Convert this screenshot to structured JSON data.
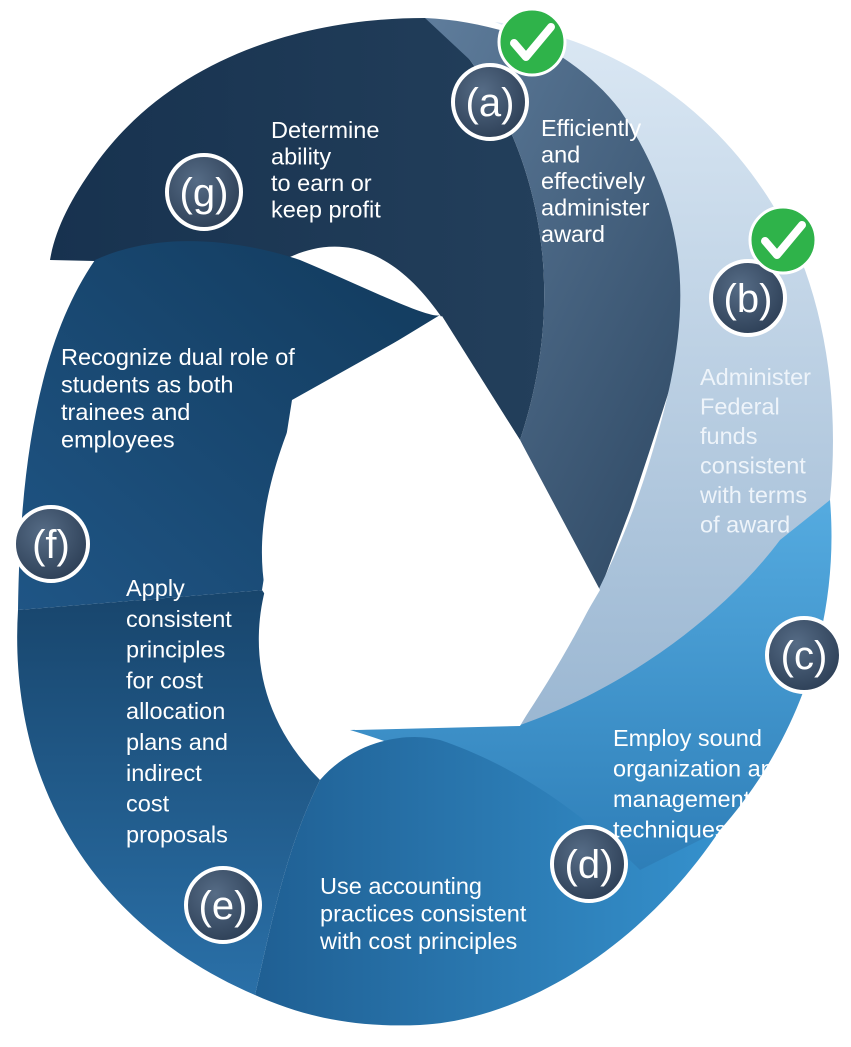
{
  "segments": [
    {
      "id": "a",
      "badge": "(a)",
      "lines": [
        "Efficiently",
        "and",
        "effectively",
        "administer",
        "award"
      ],
      "checked": true,
      "color": "#3d5a78"
    },
    {
      "id": "b",
      "badge": "(b)",
      "lines": [
        "Administer",
        "Federal",
        "funds",
        "consistent",
        "with terms",
        "of award"
      ],
      "checked": true,
      "color": "#a9c6e0"
    },
    {
      "id": "c",
      "badge": "(c)",
      "lines": [
        "Employ sound",
        "organization and",
        "management",
        "techniques"
      ],
      "checked": false,
      "color": "#3f97cf"
    },
    {
      "id": "d",
      "badge": "(d)",
      "lines": [
        "Use accounting",
        "practices consistent",
        "with cost principles"
      ],
      "checked": false,
      "color": "#2e7db8"
    },
    {
      "id": "e",
      "badge": "(e)",
      "lines": [
        "Apply",
        "consistent",
        "principles",
        "for cost",
        "allocation",
        "plans and",
        "indirect",
        "cost",
        "proposals"
      ],
      "checked": false,
      "color": "#1f5c8c"
    },
    {
      "id": "f",
      "badge": "(f)",
      "lines": [
        "Recognize dual role of",
        "students as both",
        "trainees and",
        "employees"
      ],
      "checked": false,
      "color": "#1a4d75"
    },
    {
      "id": "g",
      "badge": "(g)",
      "lines": [
        "Determine",
        "ability",
        "to earn or",
        "keep profit"
      ],
      "checked": false,
      "color": "#1c3b5a"
    }
  ],
  "colors": {
    "check": "#2fb34a",
    "badge_fill": "#3b4f68",
    "badge_stroke": "#ffffff"
  }
}
